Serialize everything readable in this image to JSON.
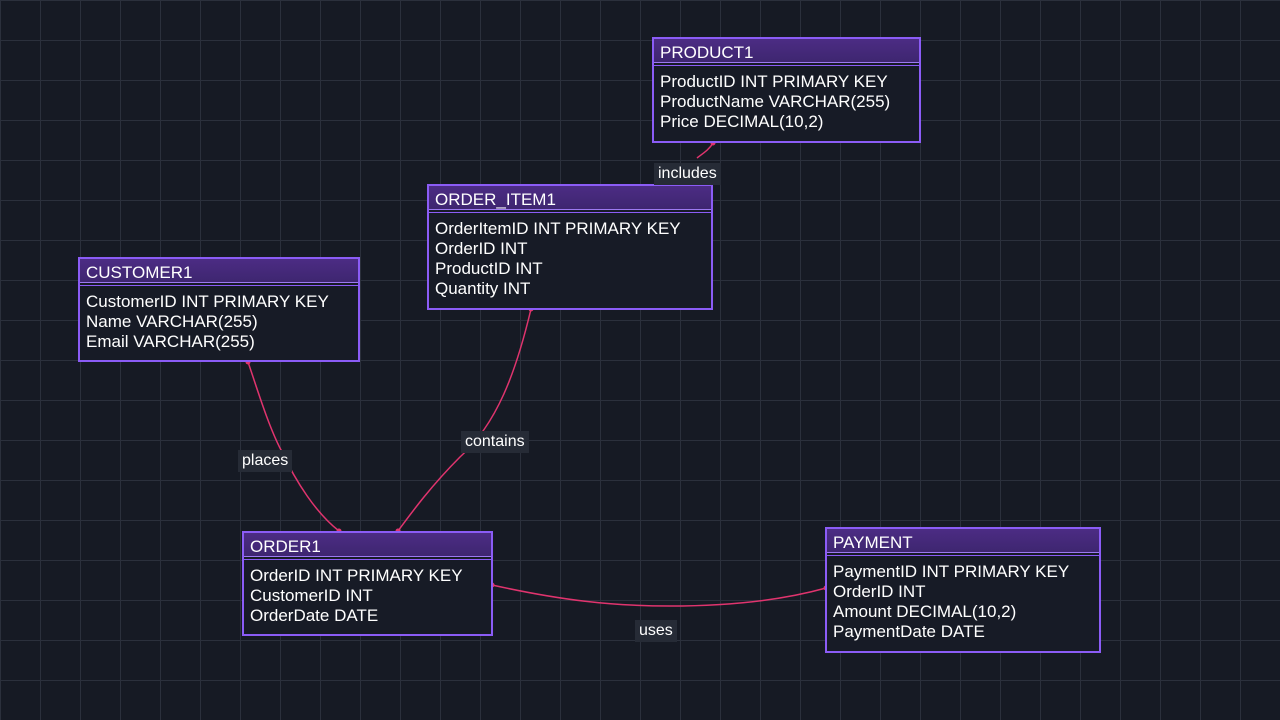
{
  "entities": {
    "product": {
      "name": "PRODUCT1",
      "fields": [
        "ProductID INT PRIMARY KEY",
        "ProductName VARCHAR(255)",
        "Price DECIMAL(10,2)"
      ]
    },
    "order_item": {
      "name": "ORDER_ITEM1",
      "fields": [
        "OrderItemID INT PRIMARY KEY",
        "OrderID INT",
        "ProductID INT",
        "Quantity INT"
      ]
    },
    "customer": {
      "name": "CUSTOMER1",
      "fields": [
        "CustomerID INT PRIMARY KEY",
        "Name VARCHAR(255)",
        "Email VARCHAR(255)"
      ]
    },
    "order": {
      "name": "ORDER1",
      "fields": [
        "OrderID INT PRIMARY KEY",
        "CustomerID INT",
        "OrderDate DATE"
      ]
    },
    "payment": {
      "name": "PAYMENT",
      "fields": [
        "PaymentID INT PRIMARY KEY",
        "OrderID INT",
        "Amount DECIMAL(10,2)",
        "PaymentDate DATE"
      ]
    }
  },
  "relationships": {
    "includes": "includes",
    "contains": "contains",
    "places": "places",
    "uses": "uses"
  },
  "colors": {
    "background": "#161a24",
    "grid": "#2b303c",
    "entity_border": "#8b5cf6",
    "entity_header": "#3e2670",
    "edge": "#e0346e",
    "label_bg": "#262b36",
    "text": "#ffffff"
  }
}
